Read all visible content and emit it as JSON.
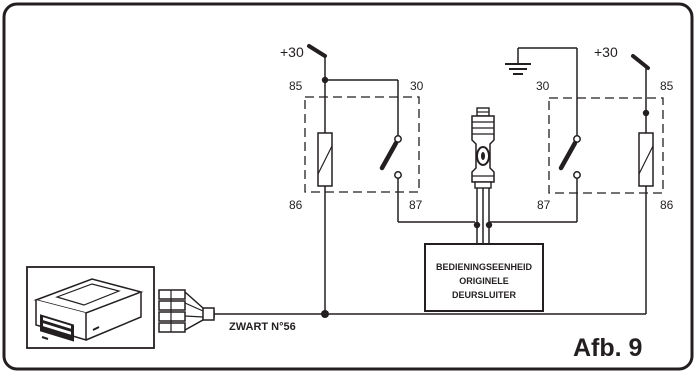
{
  "supply_left": "+30",
  "supply_right": "+30",
  "left_relay": {
    "pin_85": "85",
    "pin_86": "86",
    "pin_30": "30",
    "pin_87": "87"
  },
  "right_relay": {
    "pin_85": "85",
    "pin_86": "86",
    "pin_30": "30",
    "pin_87": "87"
  },
  "control_unit": {
    "line1": "BEDIENINGSEENHEID",
    "line2": "ORIGINELE",
    "line3": "DEURSLUITER"
  },
  "wire_label": "ZWART N°56",
  "figure_label": "Afb. 9",
  "colors": {
    "line": "#231f20",
    "background": "#ffffff"
  }
}
